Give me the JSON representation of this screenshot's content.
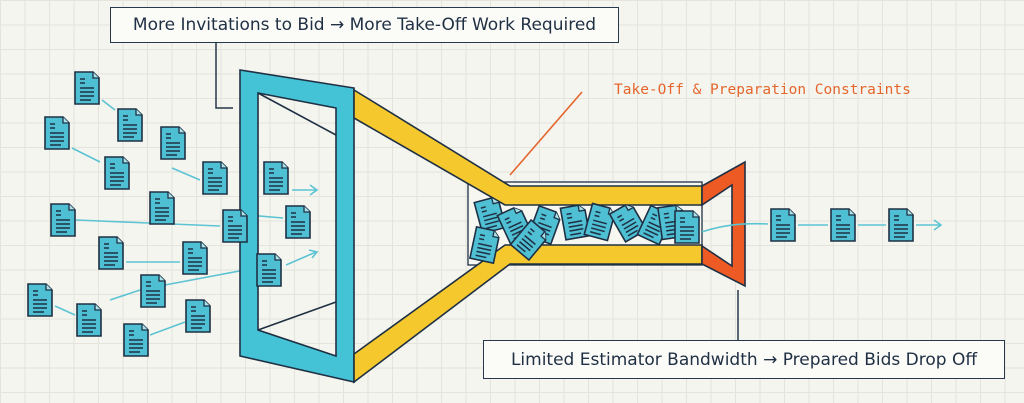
{
  "labels": {
    "top": "More Invitations to Bid → More Take-Off Work Required",
    "constraint": "Take-Off & Preparation Constraints",
    "bottom": "Limited Estimator Bandwidth → Prepared Bids Drop Off"
  },
  "colors": {
    "intake_frame": "#45c3d6",
    "funnel": "#f5c92e",
    "bottleneck": "#ee5a24",
    "document": "#4fbfd3",
    "outline": "#1f3044",
    "annotation": "#e4662c"
  },
  "icons": {
    "incoming_documents": 19,
    "jammed_documents": 11,
    "output_documents": 3
  }
}
